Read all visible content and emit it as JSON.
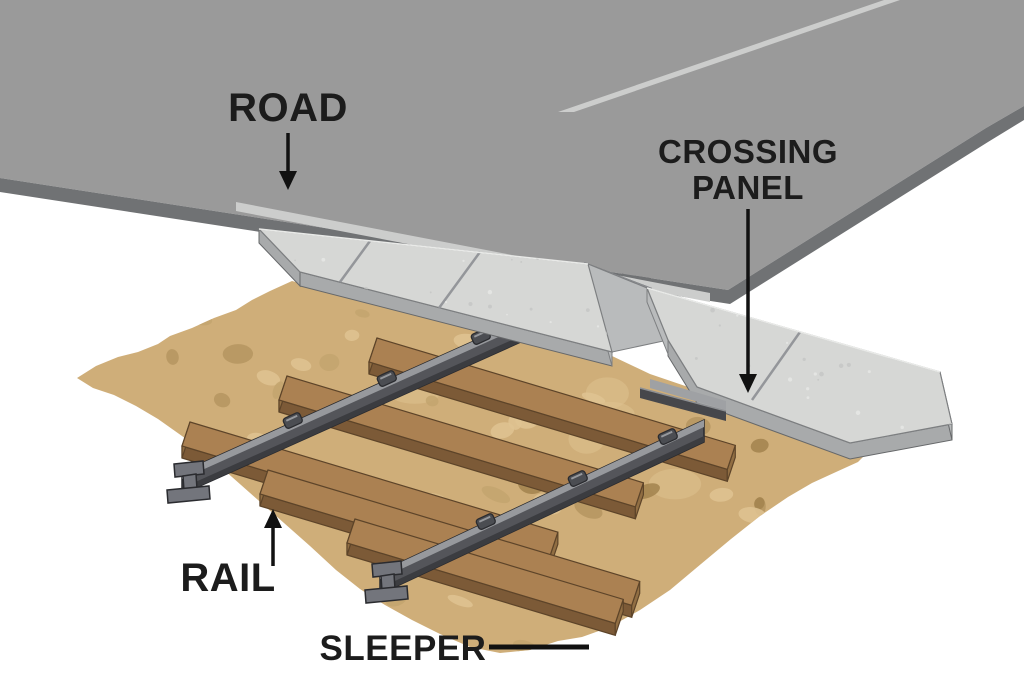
{
  "diagram": {
    "type": "level-crossing-cutaway-illustration",
    "labels": {
      "road": "ROAD",
      "crossing_panel_line1": "CROSSING",
      "crossing_panel_line2": "PANEL",
      "rail": "RAIL",
      "sleeper": "SLEEPER"
    },
    "colors": {
      "background": "#ffffff",
      "label_text": "#1c1c1c",
      "arrow": "#111111",
      "road_surface": "#9a9a9a",
      "road_edge_face": "#707274",
      "road_marking": "#cccdcc",
      "panel_surface": "#d6d7d5",
      "panel_side": "#a8aaab",
      "panel_end": "#b9bbbc",
      "panel_speckle_dark": "#c6c7c5",
      "panel_speckle_light": "#e6e7e5",
      "ballast_sand": "#cfae79",
      "pebble_dark": "#a2824e",
      "pebble_mid": "#b59560",
      "pebble_soft": "#c3a46e",
      "pebble_light": "#dfc392",
      "sleeper_top": "#ab8152",
      "sleeper_front": "#7c5a37",
      "sleeper_end": "#916e43",
      "sleeper_outline": "#5d4429",
      "rail_body": "#54555a",
      "rail_top": "#97999d",
      "rail_dark": "#3b3c40",
      "rail_outline": "#2a2b2f"
    }
  }
}
